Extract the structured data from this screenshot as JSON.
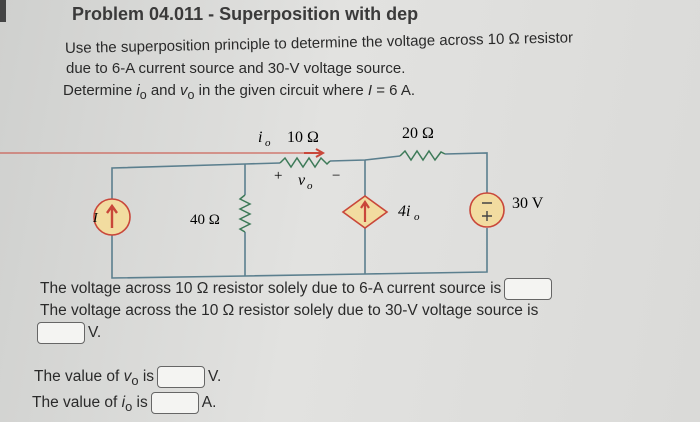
{
  "title": "Problem 04.011 - Superposition with dep",
  "problem": {
    "line1": "Use the superposition principle to determine the voltage across 10 Ω resistor",
    "line2": "due to 6-A current source and  30-V voltage source.",
    "line3_a": "Determine ",
    "io": "i",
    "io_sub": "o",
    "line3_b": " and ",
    "vo": "v",
    "vo_sub": "o",
    "line3_c": " in the given circuit where ",
    "I": "I",
    "line3_d": " = 6 A."
  },
  "circuit": {
    "source_label": "I",
    "r40": "40 Ω",
    "r10": "10 Ω",
    "r20": "20 Ω",
    "io_label": "i",
    "io_sub": "o",
    "vo_plus": "+",
    "vo_label": "v",
    "vo_sub": "o",
    "vo_minus": "−",
    "dep_label": "4i",
    "dep_sub": "o",
    "vsrc": "30 V",
    "colors": {
      "wire": "#5b7f8e",
      "resistor": "#3d7a58",
      "source_fill": "#f2dca0",
      "source_stroke": "#c9473a",
      "arrow": "#c9473a"
    }
  },
  "questions": {
    "q1": "The voltage across 10 Ω resistor solely due to 6-A current source is",
    "q2": "The voltage across the 10 Ω resistor solely due to 30-V voltage source is",
    "q2_unit": "V.",
    "q3": "The value of ",
    "q3_var": "v",
    "q3_sub": "o",
    "q3_is": " is",
    "q3_unit": "V.",
    "q4": "The value of ",
    "q4_var": "i",
    "q4_sub": "o",
    "q4_is": " is",
    "q4_unit": "A."
  }
}
